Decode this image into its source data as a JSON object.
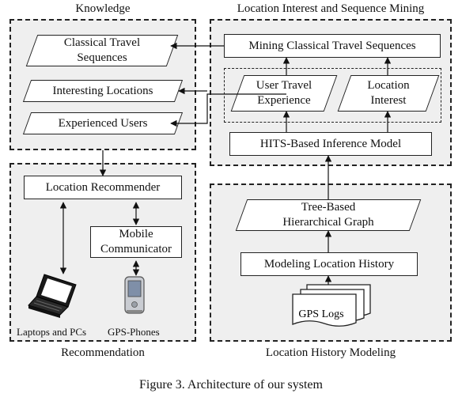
{
  "panels": {
    "knowledge": "Knowledge",
    "mining": "Location Interest and Sequence Mining",
    "recommendation": "Recommendation",
    "history": "Location History Modeling"
  },
  "knowledge": {
    "classical_sequences_line1": "Classical Travel",
    "classical_sequences_line2": "Sequences",
    "interesting_locations": "Interesting Locations",
    "experienced_users": "Experienced Users"
  },
  "mining": {
    "mining_sequences": "Mining Classical Travel Sequences",
    "user_experience_line1": "User Travel",
    "user_experience_line2": "Experience",
    "location_interest_line1": "Location",
    "location_interest_line2": "Interest",
    "hits_model": "HITS-Based Inference Model"
  },
  "recommendation": {
    "location_recommender": "Location Recommender",
    "mobile_communicator_line1": "Mobile",
    "mobile_communicator_line2": "Communicator",
    "laptops_label": "Laptops and PCs",
    "phones_label": "GPS-Phones"
  },
  "history": {
    "tree_graph_line1": "Tree-Based",
    "tree_graph_line2": "Hierarchical Graph",
    "modeling_history": "Modeling Location History",
    "gps_logs": "GPS Logs"
  },
  "caption": "Figure 3. Architecture of our system",
  "icons": [
    "laptop-icon",
    "gps-phone-icon",
    "document-stack-icon"
  ]
}
